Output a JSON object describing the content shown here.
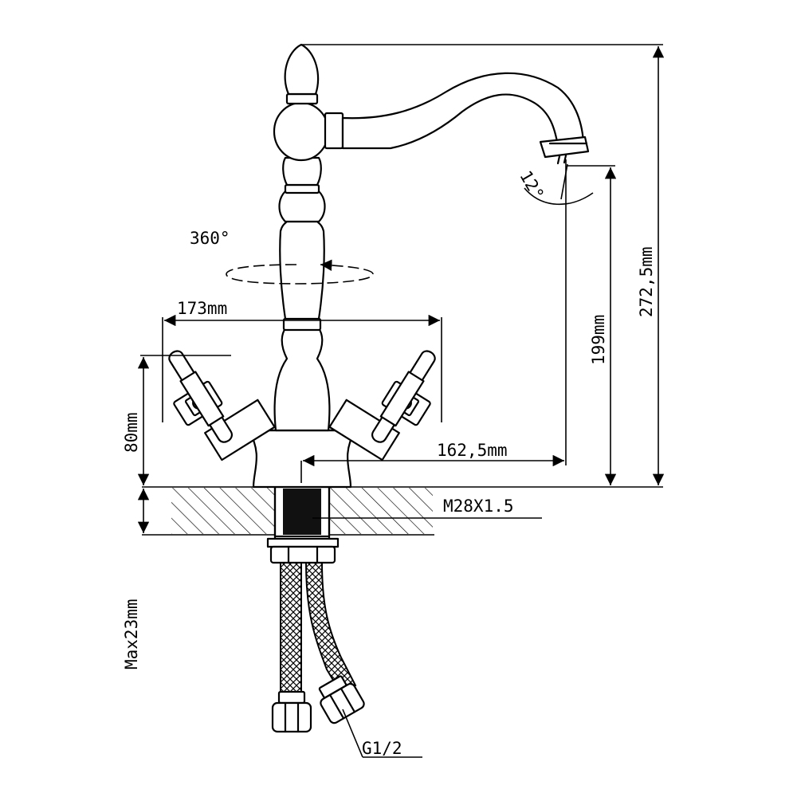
{
  "labels": {
    "rotation": "360°",
    "spout_angle": "12°",
    "handle_span": "173mm",
    "reach": "162,5mm",
    "handle_height": "80mm",
    "spout_height": "199mm",
    "total_height": "272,5mm",
    "thread": "M28X1.5",
    "max_thickness": "Max23mm",
    "hose_thread": "G1/2"
  }
}
